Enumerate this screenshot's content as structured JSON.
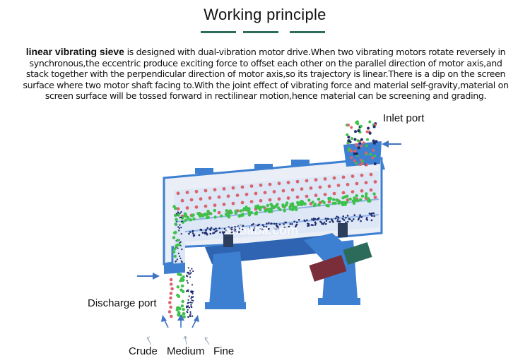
{
  "header": {
    "title": "Working principle"
  },
  "description": {
    "lead": "linear vibrating sieve",
    "body": " is designed with dual-vibration motor drive.When two vibrating motors rotate reversely in synchronous,the eccentric produce exciting force to offset each other on the parallel direction of motor axis,and stack together with the perpendicular direction of motor axis,so its trajectory is linear.There is a dip on the screen surface where two motor shaft facing to.With the joint effect of vibrating force and material self-gravity,material on screen surface will be tossed forward in  rectilinear motion,hence material can be screening and grading."
  },
  "labels": {
    "inlet": "Inlet port",
    "discharge": "Discharge port",
    "crude": "Crude",
    "medium": "Medium",
    "fine": "Fine",
    "watermark": "alibaba.com"
  },
  "colors": {
    "accent_bar": "#2f6b5d",
    "machine_blue": "#3d7fd0",
    "coarse": "#d9646e",
    "medium": "#3cc24a",
    "fine": "#1f2c6e",
    "motor": "#7a2e3a",
    "arrow": "#3f74c4"
  }
}
